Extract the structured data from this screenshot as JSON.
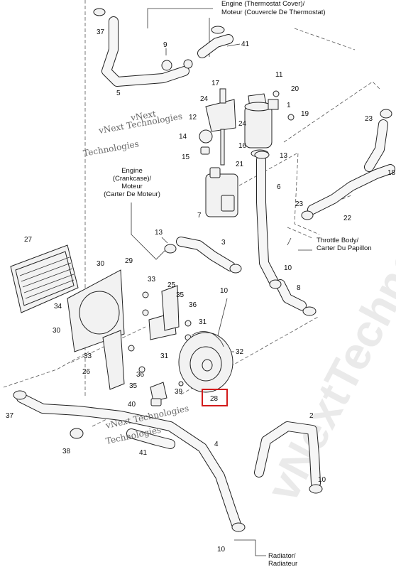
{
  "captions": {
    "thermostat_en": "Engine (Thermostat Cover)/",
    "thermostat_fr": "Moteur (Couvercle De Thermostat)",
    "crankcase_1": "Engine",
    "crankcase_2": "(Crankcase)/",
    "crankcase_3": "Moteur",
    "crankcase_4": "(Carter De Moteur)",
    "throttle_1": "Throttle Body/",
    "throttle_2": "Carter Du Papillon",
    "radiator_1": "Radiator/",
    "radiator_2": "Radiateur"
  },
  "watermark": {
    "line1": "vNext",
    "line2": "vNext Technologies",
    "line3": "Technologies",
    "line4": "vNext Technologies",
    "line5": "Technologies",
    "big": "vNextTechnologies"
  },
  "highlight_color": "#d21b1b",
  "callouts": {
    "c37a": "37",
    "c9": "9",
    "c41a": "41",
    "c5": "5",
    "c17": "17",
    "c11": "11",
    "c20": "20",
    "c24a": "24",
    "c1": "1",
    "c19": "19",
    "c12": "12",
    "c24b": "24",
    "c23a": "23",
    "c14": "14",
    "c16": "16",
    "c15": "15",
    "c13a": "13",
    "c21": "21",
    "c18": "18",
    "c6": "6",
    "c23b": "23",
    "c22": "22",
    "c7": "7",
    "c13b": "13",
    "c27": "27",
    "c3": "3",
    "c30a": "30",
    "c29": "29",
    "c10a": "10",
    "c33a": "33",
    "c25": "25",
    "c10b": "10",
    "c8": "8",
    "c35a": "35",
    "c36a": "36",
    "c34": "34",
    "c30b": "30",
    "c31a": "31",
    "c33b": "33",
    "c31b": "31",
    "c32": "32",
    "c26": "26",
    "c36b": "36",
    "c35b": "35",
    "c39": "39",
    "c28": "28",
    "c40": "40",
    "c37b": "37",
    "c2": "2",
    "c38": "38",
    "c41b": "41",
    "c4": "4",
    "c10c": "10",
    "c10d": "10"
  }
}
